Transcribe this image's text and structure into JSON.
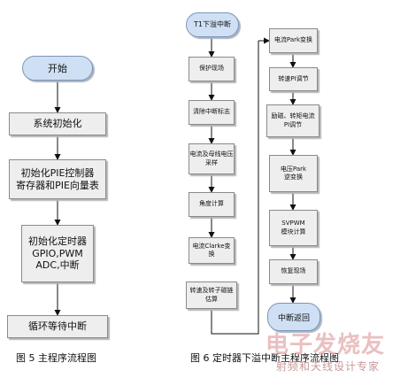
{
  "left_chart": {
    "start": "开始",
    "steps": [
      "系统初始化",
      "初始化PIE控制器\n寄存器和PIE向量表",
      "初始化定时器\nGPIO,PWM\nADC,中断",
      "循环等待中断"
    ],
    "caption": "图 5  主程序流程图"
  },
  "right_chart": {
    "start": "T1下溢中断",
    "col1": [
      "保护现场",
      "清除中断标志",
      "电流及母线电压\n采样",
      "角度计算",
      "电流Clarke变换",
      "转速及转子磁链\n估算"
    ],
    "col2": [
      "电流Park变换",
      "转速PI调节",
      "励磁、转矩电流\nPI调节",
      "电压Park\n逆变换",
      "SVPWM\n模块计算",
      "恢复现场"
    ],
    "end": "中断返回",
    "caption": "图 6  定时器下溢中断主程序流程图"
  },
  "watermark": {
    "title": "电子发烧友",
    "subtitle": "射频和天线设计专家"
  }
}
